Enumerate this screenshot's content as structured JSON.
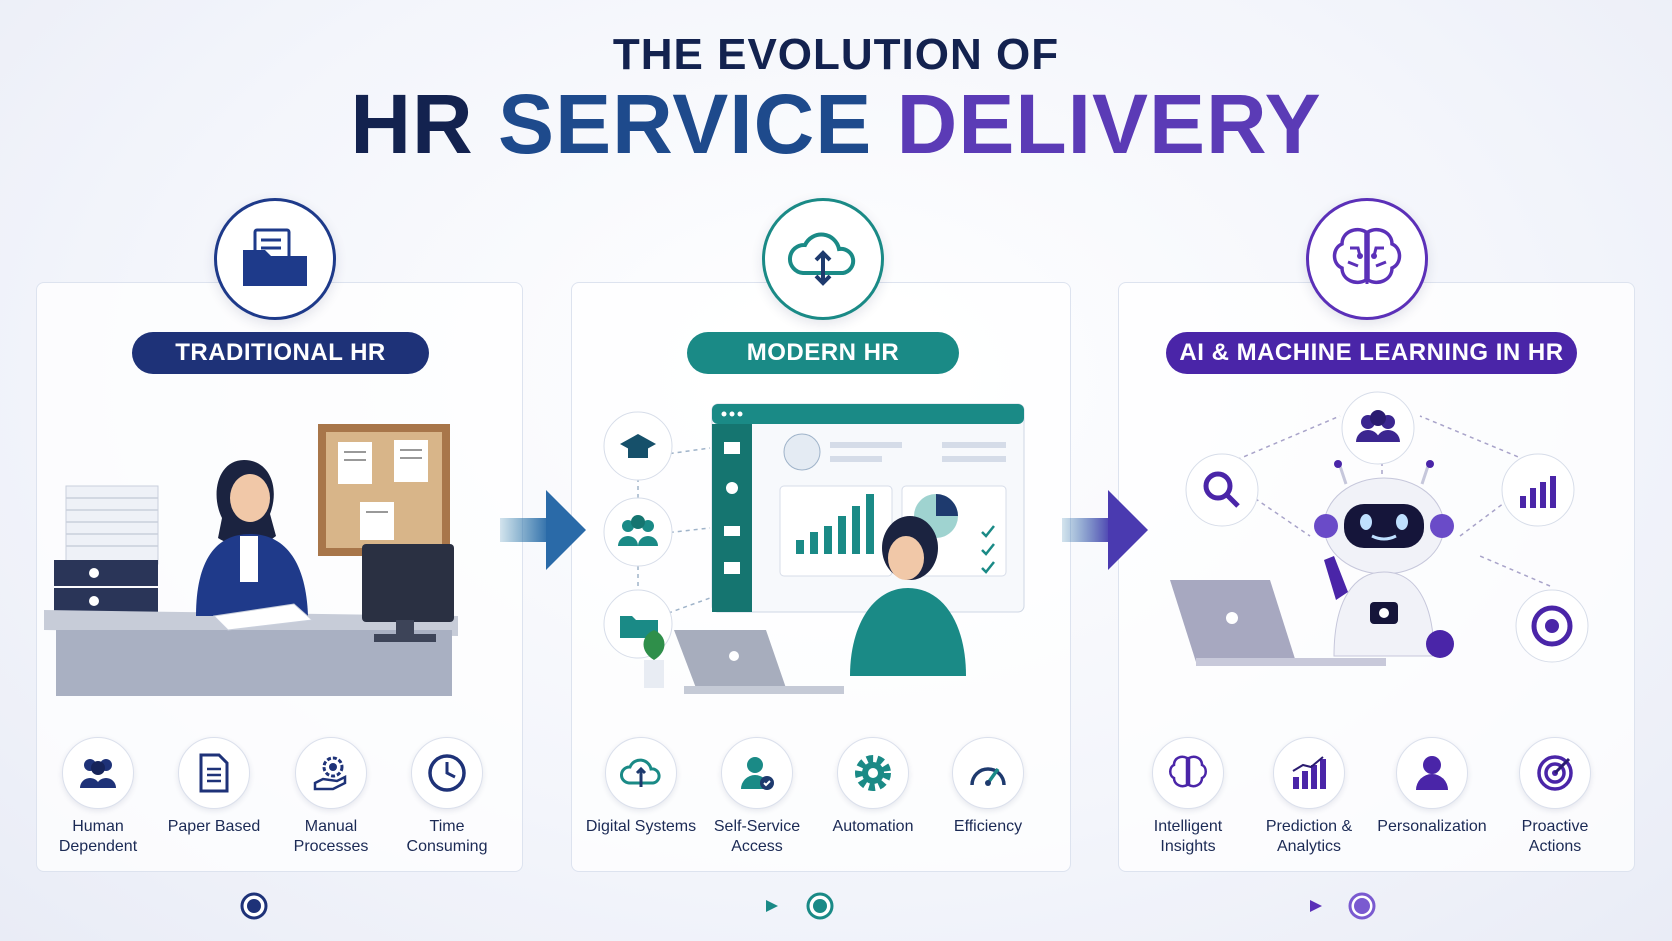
{
  "title": {
    "line1": "THE EVOLUTION OF",
    "hr": "HR",
    "service": "SERVICE",
    "delivery": "DELIVERY"
  },
  "colors": {
    "navy": "#13224f",
    "blue": "#1e3a8a",
    "teal": "#1a8a86",
    "purple": "#5b30b8"
  },
  "stages": [
    {
      "title": "TRADITIONAL HR",
      "icon": "folder-icon",
      "features": [
        {
          "label": "Human Dependent",
          "icon": "people-icon"
        },
        {
          "label": "Paper Based",
          "icon": "document-icon"
        },
        {
          "label": "Manual Processes",
          "icon": "gear-hand-icon"
        },
        {
          "label": "Time Consuming",
          "icon": "clock-icon"
        }
      ]
    },
    {
      "title": "MODERN HR",
      "icon": "cloud-sync-icon",
      "features": [
        {
          "label": "Digital Systems",
          "icon": "cloud-icon"
        },
        {
          "label": "Self-Service Access",
          "icon": "user-check-icon"
        },
        {
          "label": "Automation",
          "icon": "gear-icon"
        },
        {
          "label": "Efficiency",
          "icon": "gauge-icon"
        }
      ]
    },
    {
      "title": "AI & MACHINE LEARNING IN HR",
      "icon": "brain-icon",
      "features": [
        {
          "label": "Intelligent Insights",
          "icon": "brain-icon"
        },
        {
          "label": "Prediction & Analytics",
          "icon": "bar-chart-icon"
        },
        {
          "label": "Personalization",
          "icon": "user-icon"
        },
        {
          "label": "Proactive Actions",
          "icon": "target-icon"
        }
      ]
    }
  ]
}
